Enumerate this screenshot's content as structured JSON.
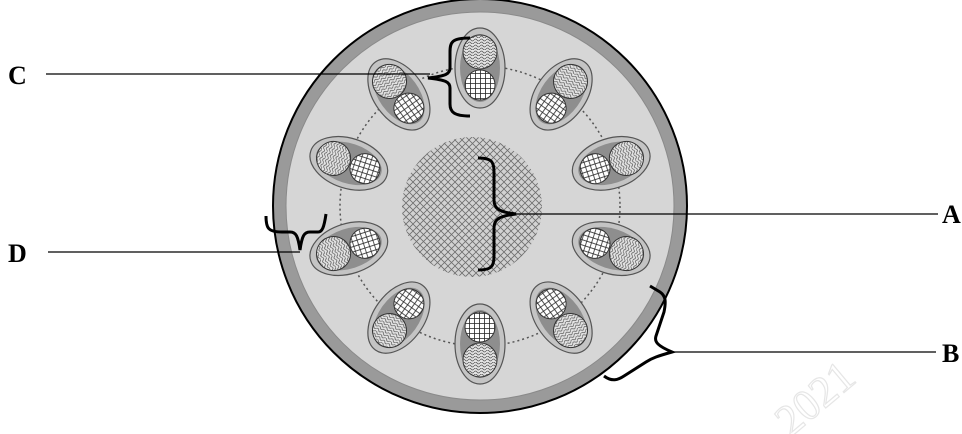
{
  "diagram": {
    "labels": {
      "a": "A",
      "b": "B",
      "c": "C",
      "d": "D"
    },
    "watermark": "2021",
    "bundle_count": 10
  },
  "colors": {
    "cortex": "#d6d6d6",
    "rim": "#9a9a9a",
    "bundle_fill": "#8e8e8e",
    "bundle_outer": "#c4c4c4",
    "line": "#000000"
  }
}
